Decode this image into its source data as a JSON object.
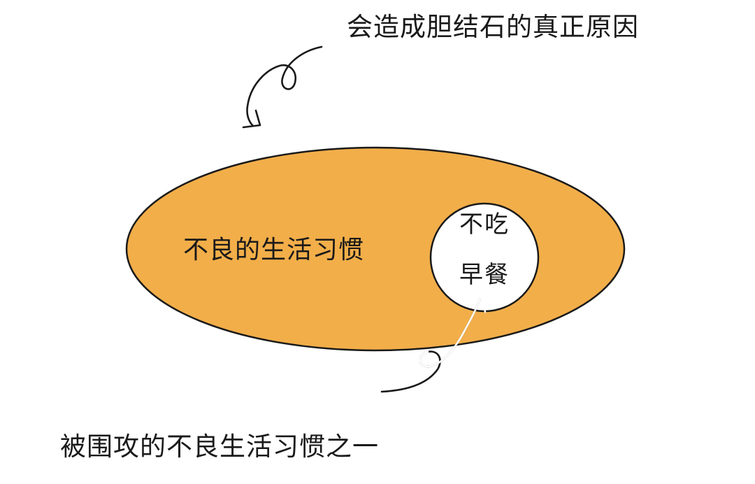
{
  "title": "会造成胆结石的真正原因",
  "outer_set": {
    "label": "不良的生活习惯",
    "fill_color": "#f2ae49",
    "stroke_color": "#1a1a1a"
  },
  "inner_set": {
    "line1": "不吃",
    "line2": "早餐",
    "fill_color": "#ffffff"
  },
  "caption_bottom": "被围攻的不良生活习惯之一",
  "colors": {
    "background": "#ffffff",
    "text": "#1a1a1a",
    "arrow_on_fill": "#ffffff",
    "arrow_on_background": "#1a1a1a"
  },
  "icons": {
    "top_arrow": "curly-arrow-icon",
    "bottom_arrow": "curly-arrow-icon"
  }
}
